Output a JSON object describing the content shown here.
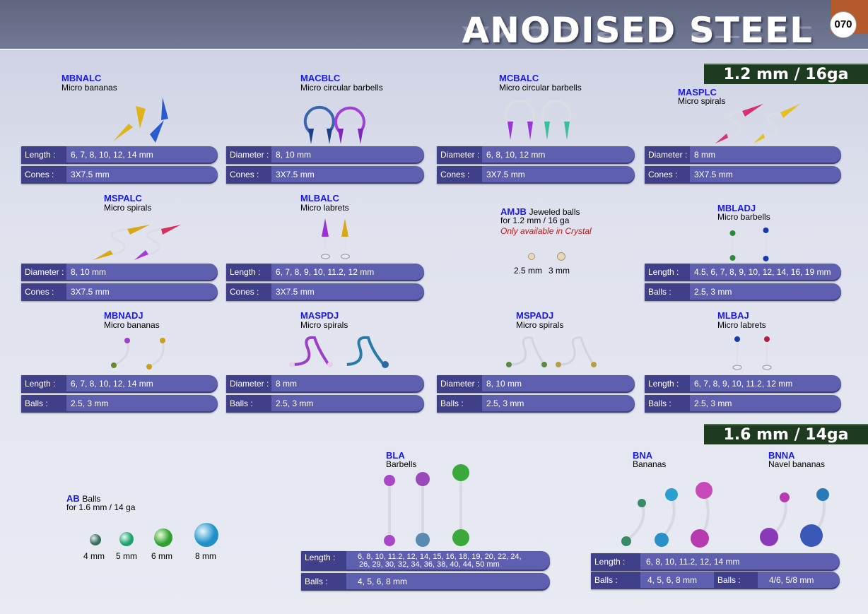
{
  "header": {
    "title": "ANODISED STEEL",
    "page_number": "070"
  },
  "sections": {
    "gauge_12": "1.2 mm / 16ga",
    "gauge_16": "1.6 mm / 14ga"
  },
  "colors": {
    "accent_bar": "#5e5fae",
    "bar_label": "#403f8a",
    "code_blue": "#1a1ae6",
    "gauge_green": "#1e3a20",
    "page_tab": "#b45a2d"
  },
  "products": {
    "mbnalc": {
      "code": "MBNALC",
      "desc": "Micro bananas",
      "r1_label": "Length :",
      "r1_value": "6, 7, 8, 10, 12, 14 mm",
      "r2_label": "Cones :",
      "r2_value": "3X7.5 mm"
    },
    "macblc": {
      "code": "MACBLC",
      "desc": "Micro circular barbells",
      "r1_label": "Diameter :",
      "r1_value": "8, 10 mm",
      "r2_label": "Cones :",
      "r2_value": "3X7.5 mm"
    },
    "mcbalc": {
      "code": "MCBALC",
      "desc": "Micro circular barbells",
      "r1_label": "Diameter :",
      "r1_value": "6, 8, 10, 12 mm",
      "r2_label": "Cones :",
      "r2_value": "3X7.5 mm"
    },
    "masplc": {
      "code": "MASPLC",
      "desc": "Micro spirals",
      "r1_label": "Diameter :",
      "r1_value": "8 mm",
      "r2_label": "Cones :",
      "r2_value": "3X7.5 mm"
    },
    "mspalc": {
      "code": "MSPALC",
      "desc": "Micro spirals",
      "r1_label": "Diameter :",
      "r1_value": "8, 10 mm",
      "r2_label": "Cones :",
      "r2_value": "3X7.5 mm"
    },
    "mlbalc": {
      "code": "MLBALC",
      "desc": "Micro labrets",
      "r1_label": "Length :",
      "r1_value": "6, 7, 8, 9, 10, 11.2, 12 mm",
      "r2_label": "Cones :",
      "r2_value": "3X7.5 mm"
    },
    "amjb": {
      "code": "AMJB",
      "desc_inline": "Jeweled balls",
      "desc": "for 1.2 mm / 16 ga",
      "note": "Only available in Crystal",
      "size1": "2.5 mm",
      "size2": "3 mm"
    },
    "mbladj": {
      "code": "MBLADJ",
      "desc": "Micro barbells",
      "r1_label": "Length :",
      "r1_value": "4.5, 6, 7, 8, 9, 10, 12, 14, 16, 19 mm",
      "r2_label": "Balls :",
      "r2_value": "2.5, 3 mm"
    },
    "mbnadj": {
      "code": "MBNADJ",
      "desc": "Micro bananas",
      "r1_label": "Length :",
      "r1_value": "6, 7, 8, 10, 12, 14 mm",
      "r2_label": "Balls :",
      "r2_value": "2.5, 3 mm"
    },
    "maspdj": {
      "code": "MASPDJ",
      "desc": "Micro spirals",
      "r1_label": "Diameter :",
      "r1_value": "8 mm",
      "r2_label": "Balls :",
      "r2_value": "2.5, 3 mm"
    },
    "mspadj": {
      "code": "MSPADJ",
      "desc": "Micro spirals",
      "r1_label": "Diameter :",
      "r1_value": "8, 10 mm",
      "r2_label": "Balls :",
      "r2_value": "2.5, 3 mm"
    },
    "mlbaj": {
      "code": "MLBAJ",
      "desc": "Micro labrets",
      "r1_label": "Length :",
      "r1_value": "6, 7, 8, 9, 10, 11.2, 12 mm",
      "r2_label": "Balls :",
      "r2_value": "2.5, 3 mm"
    },
    "ab": {
      "code": "AB",
      "desc_inline": "Balls",
      "desc": "for 1.6 mm / 14 ga",
      "size1": "4 mm",
      "size2": "5 mm",
      "size3": "6 mm",
      "size4": "8 mm"
    },
    "bla": {
      "code": "BLA",
      "desc": "Barbells",
      "r1_label": "Length :",
      "r1_value_line1": "6, 8, 10, 11.2, 12, 14, 15, 16, 18, 19, 20, 22, 24,",
      "r1_value_line2": "26, 29, 30, 32, 34, 36, 38, 40, 44, 50 mm",
      "r2_label": "Balls :",
      "r2_value": "4, 5, 6, 8 mm"
    },
    "bna": {
      "code": "BNA",
      "desc": "Bananas",
      "r1_label": "Length :",
      "r1_value": "6, 8, 10, 11.2, 12, 14 mm",
      "r2_label": "Balls :",
      "r2_value": "4, 5, 6, 8 mm"
    },
    "bnna": {
      "code": "BNNA",
      "desc": "Navel bananas",
      "r2_label": "Balls :",
      "r2_value": "4/6, 5/8 mm"
    }
  }
}
